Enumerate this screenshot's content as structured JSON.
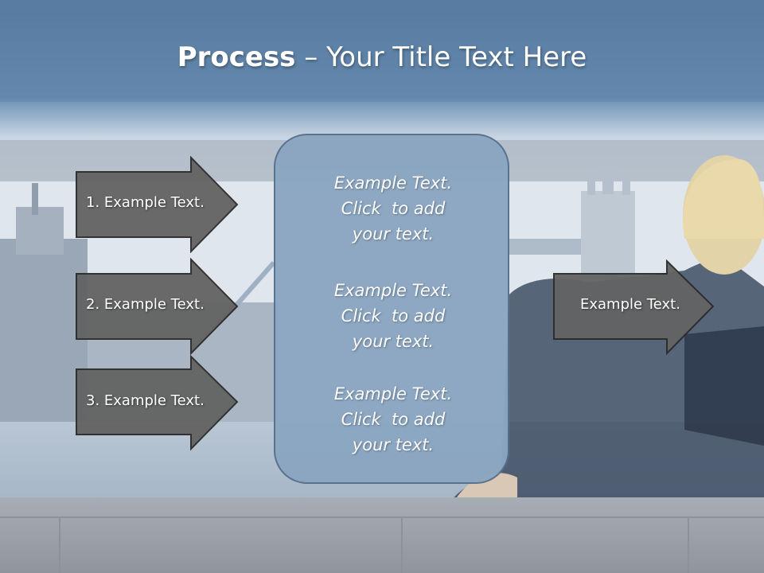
{
  "title": {
    "bold": "Process",
    "rest": " – Your Title Text Here"
  },
  "left_arrows": [
    "1. Example Text.",
    "2. Example Text.",
    "3. Example Text."
  ],
  "center_box": {
    "blocks": [
      [
        "Example Text.",
        "Click  to add",
        "your text."
      ],
      [
        "Example Text.",
        "Click  to add",
        "your text."
      ],
      [
        "Example Text.",
        "Click  to add",
        "your text."
      ]
    ]
  },
  "right_arrow": "Example Text.",
  "colors": {
    "arrow_fill": "#636363",
    "arrow_border": "#2b2b2b",
    "box_fill": "#8ba6c2",
    "header": "#5e84a8"
  }
}
